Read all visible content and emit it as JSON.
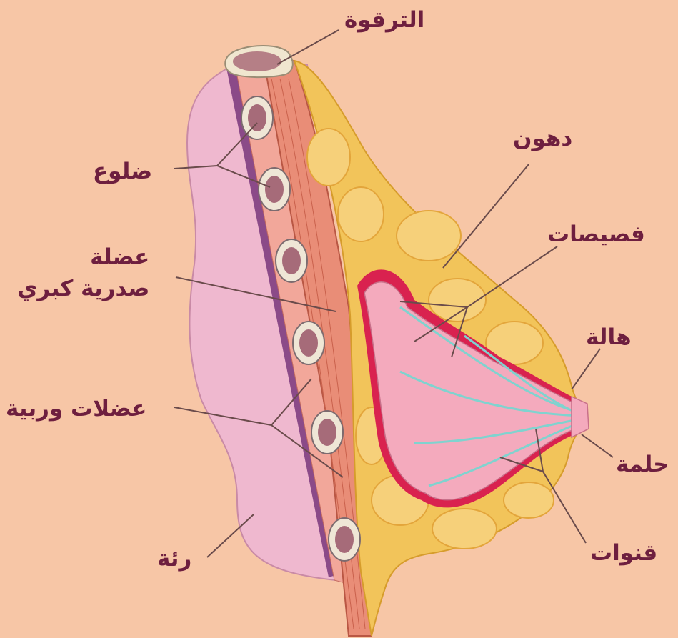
{
  "diagram": {
    "colors": {
      "background": "#f7c6a6",
      "label_text": "#6e1f3f",
      "leader_line": "#6a4b4b",
      "lung": "#efb8cf",
      "muscle": "#e98d77",
      "fat": "#f2c45a",
      "gland": "#f4aabd",
      "gland_border": "#d9224f",
      "duct": "#7fd3cf"
    },
    "labels": {
      "clavicle": "الترقوة",
      "ribs": "ضلوع",
      "pectoralis_major": [
        "عضلة",
        "صدرية كبري"
      ],
      "intercostal_muscles": "عضلات وربية",
      "lung": "رئة",
      "fat": "دهون",
      "lobules": "فصيصات",
      "areola": "هالة",
      "nipple": "حلمة",
      "ducts": "قنوات"
    }
  }
}
